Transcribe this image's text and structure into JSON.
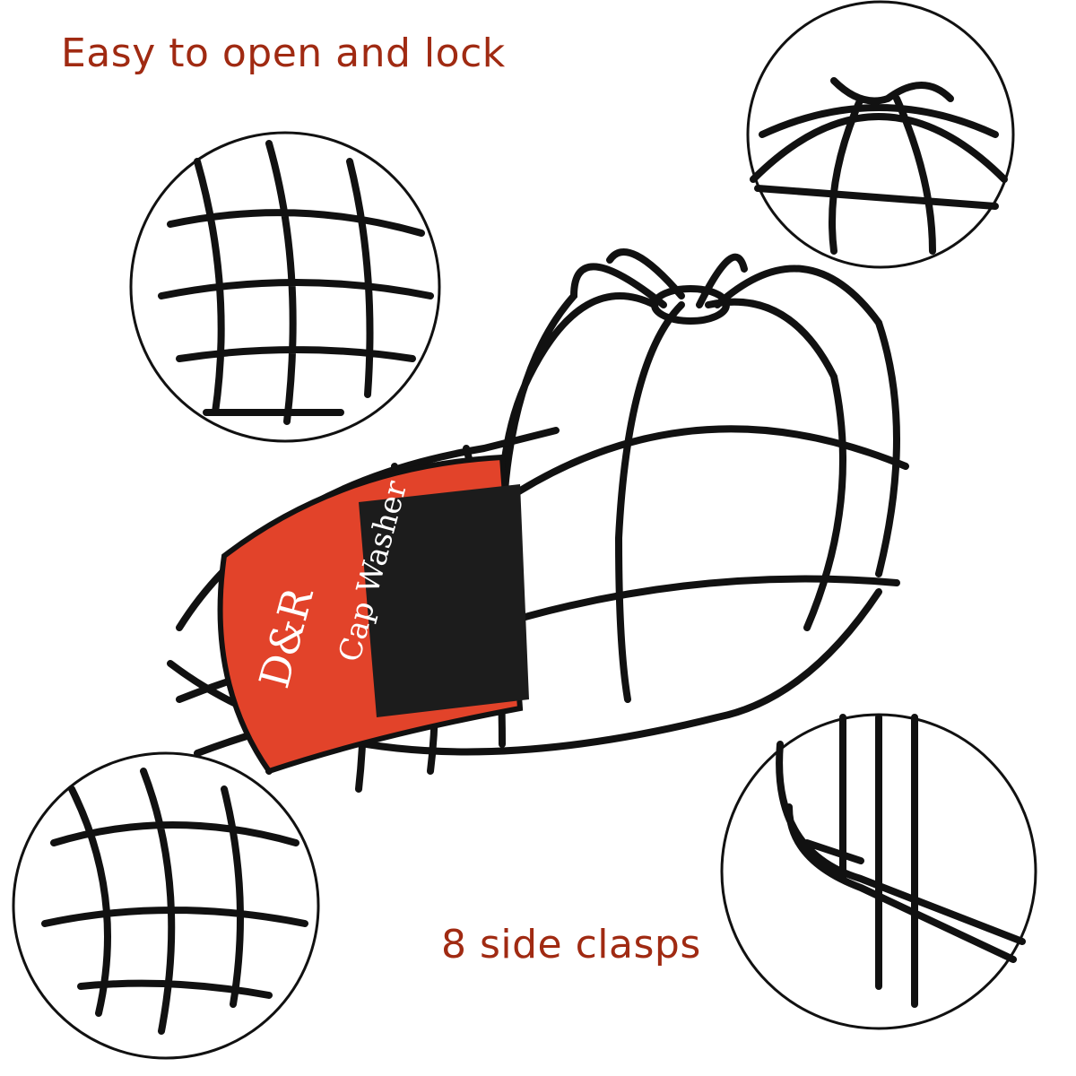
{
  "captions": {
    "top": "Easy to open and lock",
    "bottom": "8 side clasps"
  },
  "product": {
    "logo_text": "D&R",
    "label_text": "Cap Washer"
  },
  "colors": {
    "caption": "#a02a12",
    "cage": "#111111",
    "insert": "#e2432a",
    "background": "#ffffff"
  }
}
